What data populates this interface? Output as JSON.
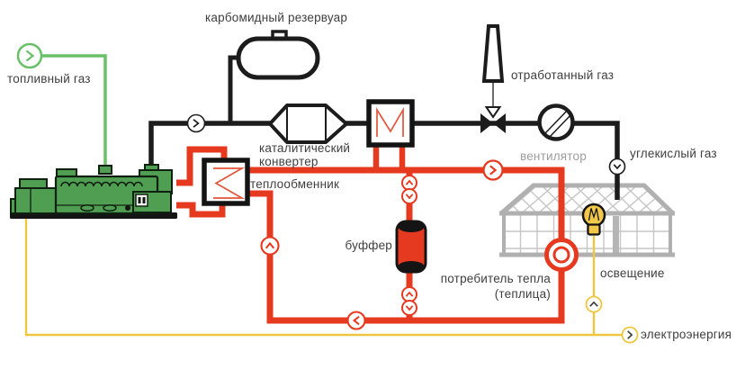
{
  "diagram": {
    "labels": {
      "fuel_gas": "топливный газ",
      "urea_tank": "карбомидный резервуар",
      "catalytic_converter_1": "каталитический",
      "catalytic_converter_2": "конвертер",
      "heat_exchanger": "теплообменник",
      "exhaust_gas": "отработанный газ",
      "fan": "вентилятор",
      "co2": "углекислый газ",
      "buffer": "буффер",
      "heat_consumer_1": "потребитель тепла",
      "heat_consumer_2": "(теплица)",
      "lighting": "освещение",
      "electricity": "электроэнергия"
    },
    "flow_markers": {
      "fuel_gas": "right",
      "exhaust_junction": "right",
      "heating_supply": "right",
      "heating_return_horizontal": "left",
      "heating_return_vertical": "up",
      "co2_to_greenhouse": "down",
      "lighting_feed": "up",
      "electricity_out": "right",
      "pump_top": "up-down",
      "pump_bottom": "up-down"
    },
    "icons": [
      "chevron-right-icon",
      "chevron-left-icon",
      "chevron-up-icon",
      "chevron-down-icon",
      "engine-generator-icon",
      "chimney-icon",
      "three-way-valve-icon",
      "fan-icon",
      "greenhouse-icon",
      "light-bulb-icon",
      "buffer-tank-icon",
      "radiator-icon",
      "pump-icon",
      "urea-tank-icon",
      "catalytic-converter-icon",
      "heat-exchanger-icon"
    ],
    "colors": {
      "exhaust_pipe": "#1c1c1c",
      "heat_pipe": "#e63a20",
      "heat_pipe_glyph": "#e2563c",
      "fuel_gas_line": "#6abf69",
      "electricity_line": "#efc73f",
      "engine_green": "#4f9e52",
      "greenhouse_gray": "#b0b0b0",
      "label_dark": "#3e3e3e",
      "label_gray": "#9c9c9c",
      "bulb_yellow": "#f2c84b"
    }
  }
}
